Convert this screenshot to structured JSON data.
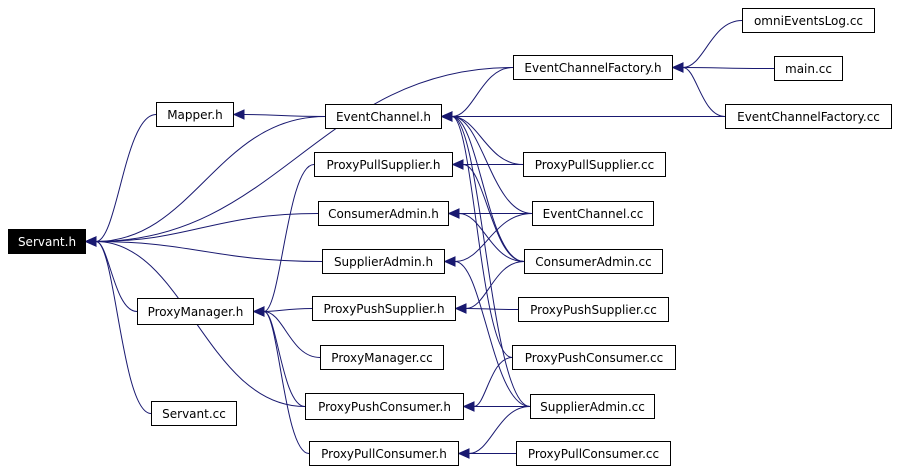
{
  "graph": {
    "edge_color": "#191970",
    "root_fill": "#000000",
    "node_fill": "#ffffff",
    "nodes": [
      {
        "id": "servant_h",
        "label": "Servant.h",
        "root": true
      },
      {
        "id": "mapper_h",
        "label": "Mapper.h"
      },
      {
        "id": "eventchannel_h",
        "label": "EventChannel.h"
      },
      {
        "id": "eventchannelfactory_h",
        "label": "EventChannelFactory.h"
      },
      {
        "id": "omnieventslog_cc",
        "label": "omniEventsLog.cc"
      },
      {
        "id": "main_cc",
        "label": "main.cc"
      },
      {
        "id": "eventchannelfactory_cc",
        "label": "EventChannelFactory.cc"
      },
      {
        "id": "proxypullsupplier_h",
        "label": "ProxyPullSupplier.h"
      },
      {
        "id": "proxypullsupplier_cc",
        "label": "ProxyPullSupplier.cc"
      },
      {
        "id": "consumeradmin_h",
        "label": "ConsumerAdmin.h"
      },
      {
        "id": "eventchannel_cc",
        "label": "EventChannel.cc"
      },
      {
        "id": "supplieradmin_h",
        "label": "SupplierAdmin.h"
      },
      {
        "id": "consumeradmin_cc",
        "label": "ConsumerAdmin.cc"
      },
      {
        "id": "proxymanager_h",
        "label": "ProxyManager.h"
      },
      {
        "id": "proxypushsupplier_h",
        "label": "ProxyPushSupplier.h"
      },
      {
        "id": "proxypushsupplier_cc",
        "label": "ProxyPushSupplier.cc"
      },
      {
        "id": "proxymanager_cc",
        "label": "ProxyManager.cc"
      },
      {
        "id": "proxypushconsumer_cc",
        "label": "ProxyPushConsumer.cc"
      },
      {
        "id": "servant_cc",
        "label": "Servant.cc"
      },
      {
        "id": "proxypushconsumer_h",
        "label": "ProxyPushConsumer.h"
      },
      {
        "id": "supplieradmin_cc",
        "label": "SupplierAdmin.cc"
      },
      {
        "id": "proxypullconsumer_h",
        "label": "ProxyPullConsumer.h"
      },
      {
        "id": "proxypullconsumer_cc",
        "label": "ProxyPullConsumer.cc"
      }
    ],
    "edges": [
      {
        "from": "mapper_h",
        "to": "servant_h"
      },
      {
        "from": "eventchannel_h",
        "to": "servant_h"
      },
      {
        "from": "eventchannelfactory_h",
        "to": "servant_h"
      },
      {
        "from": "consumeradmin_h",
        "to": "servant_h"
      },
      {
        "from": "supplieradmin_h",
        "to": "servant_h"
      },
      {
        "from": "proxymanager_h",
        "to": "servant_h"
      },
      {
        "from": "proxypushconsumer_h",
        "to": "servant_h"
      },
      {
        "from": "servant_cc",
        "to": "servant_h"
      },
      {
        "from": "eventchannel_h",
        "to": "mapper_h"
      },
      {
        "from": "eventchannelfactory_h",
        "to": "eventchannel_h"
      },
      {
        "from": "eventchannelfactory_cc",
        "to": "eventchannel_h"
      },
      {
        "from": "proxypullsupplier_cc",
        "to": "eventchannel_h"
      },
      {
        "from": "eventchannel_cc",
        "to": "eventchannel_h"
      },
      {
        "from": "consumeradmin_cc",
        "to": "eventchannel_h"
      },
      {
        "from": "supplieradmin_cc",
        "to": "eventchannel_h"
      },
      {
        "from": "proxypushconsumer_cc",
        "to": "eventchannel_h"
      },
      {
        "from": "omnieventslog_cc",
        "to": "eventchannelfactory_h"
      },
      {
        "from": "main_cc",
        "to": "eventchannelfactory_h"
      },
      {
        "from": "eventchannelfactory_cc",
        "to": "eventchannelfactory_h"
      },
      {
        "from": "proxypullsupplier_h",
        "to": "proxymanager_h"
      },
      {
        "from": "proxypushsupplier_h",
        "to": "proxymanager_h"
      },
      {
        "from": "proxymanager_cc",
        "to": "proxymanager_h"
      },
      {
        "from": "proxypushconsumer_h",
        "to": "proxymanager_h"
      },
      {
        "from": "proxypullconsumer_h",
        "to": "proxymanager_h"
      },
      {
        "from": "proxypullsupplier_cc",
        "to": "proxypullsupplier_h"
      },
      {
        "from": "consumeradmin_cc",
        "to": "proxypullsupplier_h"
      },
      {
        "from": "eventchannel_cc",
        "to": "consumeradmin_h"
      },
      {
        "from": "consumeradmin_cc",
        "to": "consumeradmin_h"
      },
      {
        "from": "eventchannel_cc",
        "to": "supplieradmin_h"
      },
      {
        "from": "supplieradmin_cc",
        "to": "supplieradmin_h"
      },
      {
        "from": "consumeradmin_cc",
        "to": "proxypushsupplier_h"
      },
      {
        "from": "proxypushsupplier_cc",
        "to": "proxypushsupplier_h"
      },
      {
        "from": "proxypushconsumer_cc",
        "to": "proxypushconsumer_h"
      },
      {
        "from": "supplieradmin_cc",
        "to": "proxypushconsumer_h"
      },
      {
        "from": "supplieradmin_cc",
        "to": "proxypullconsumer_h"
      },
      {
        "from": "proxypullconsumer_cc",
        "to": "proxypullconsumer_h"
      }
    ]
  }
}
